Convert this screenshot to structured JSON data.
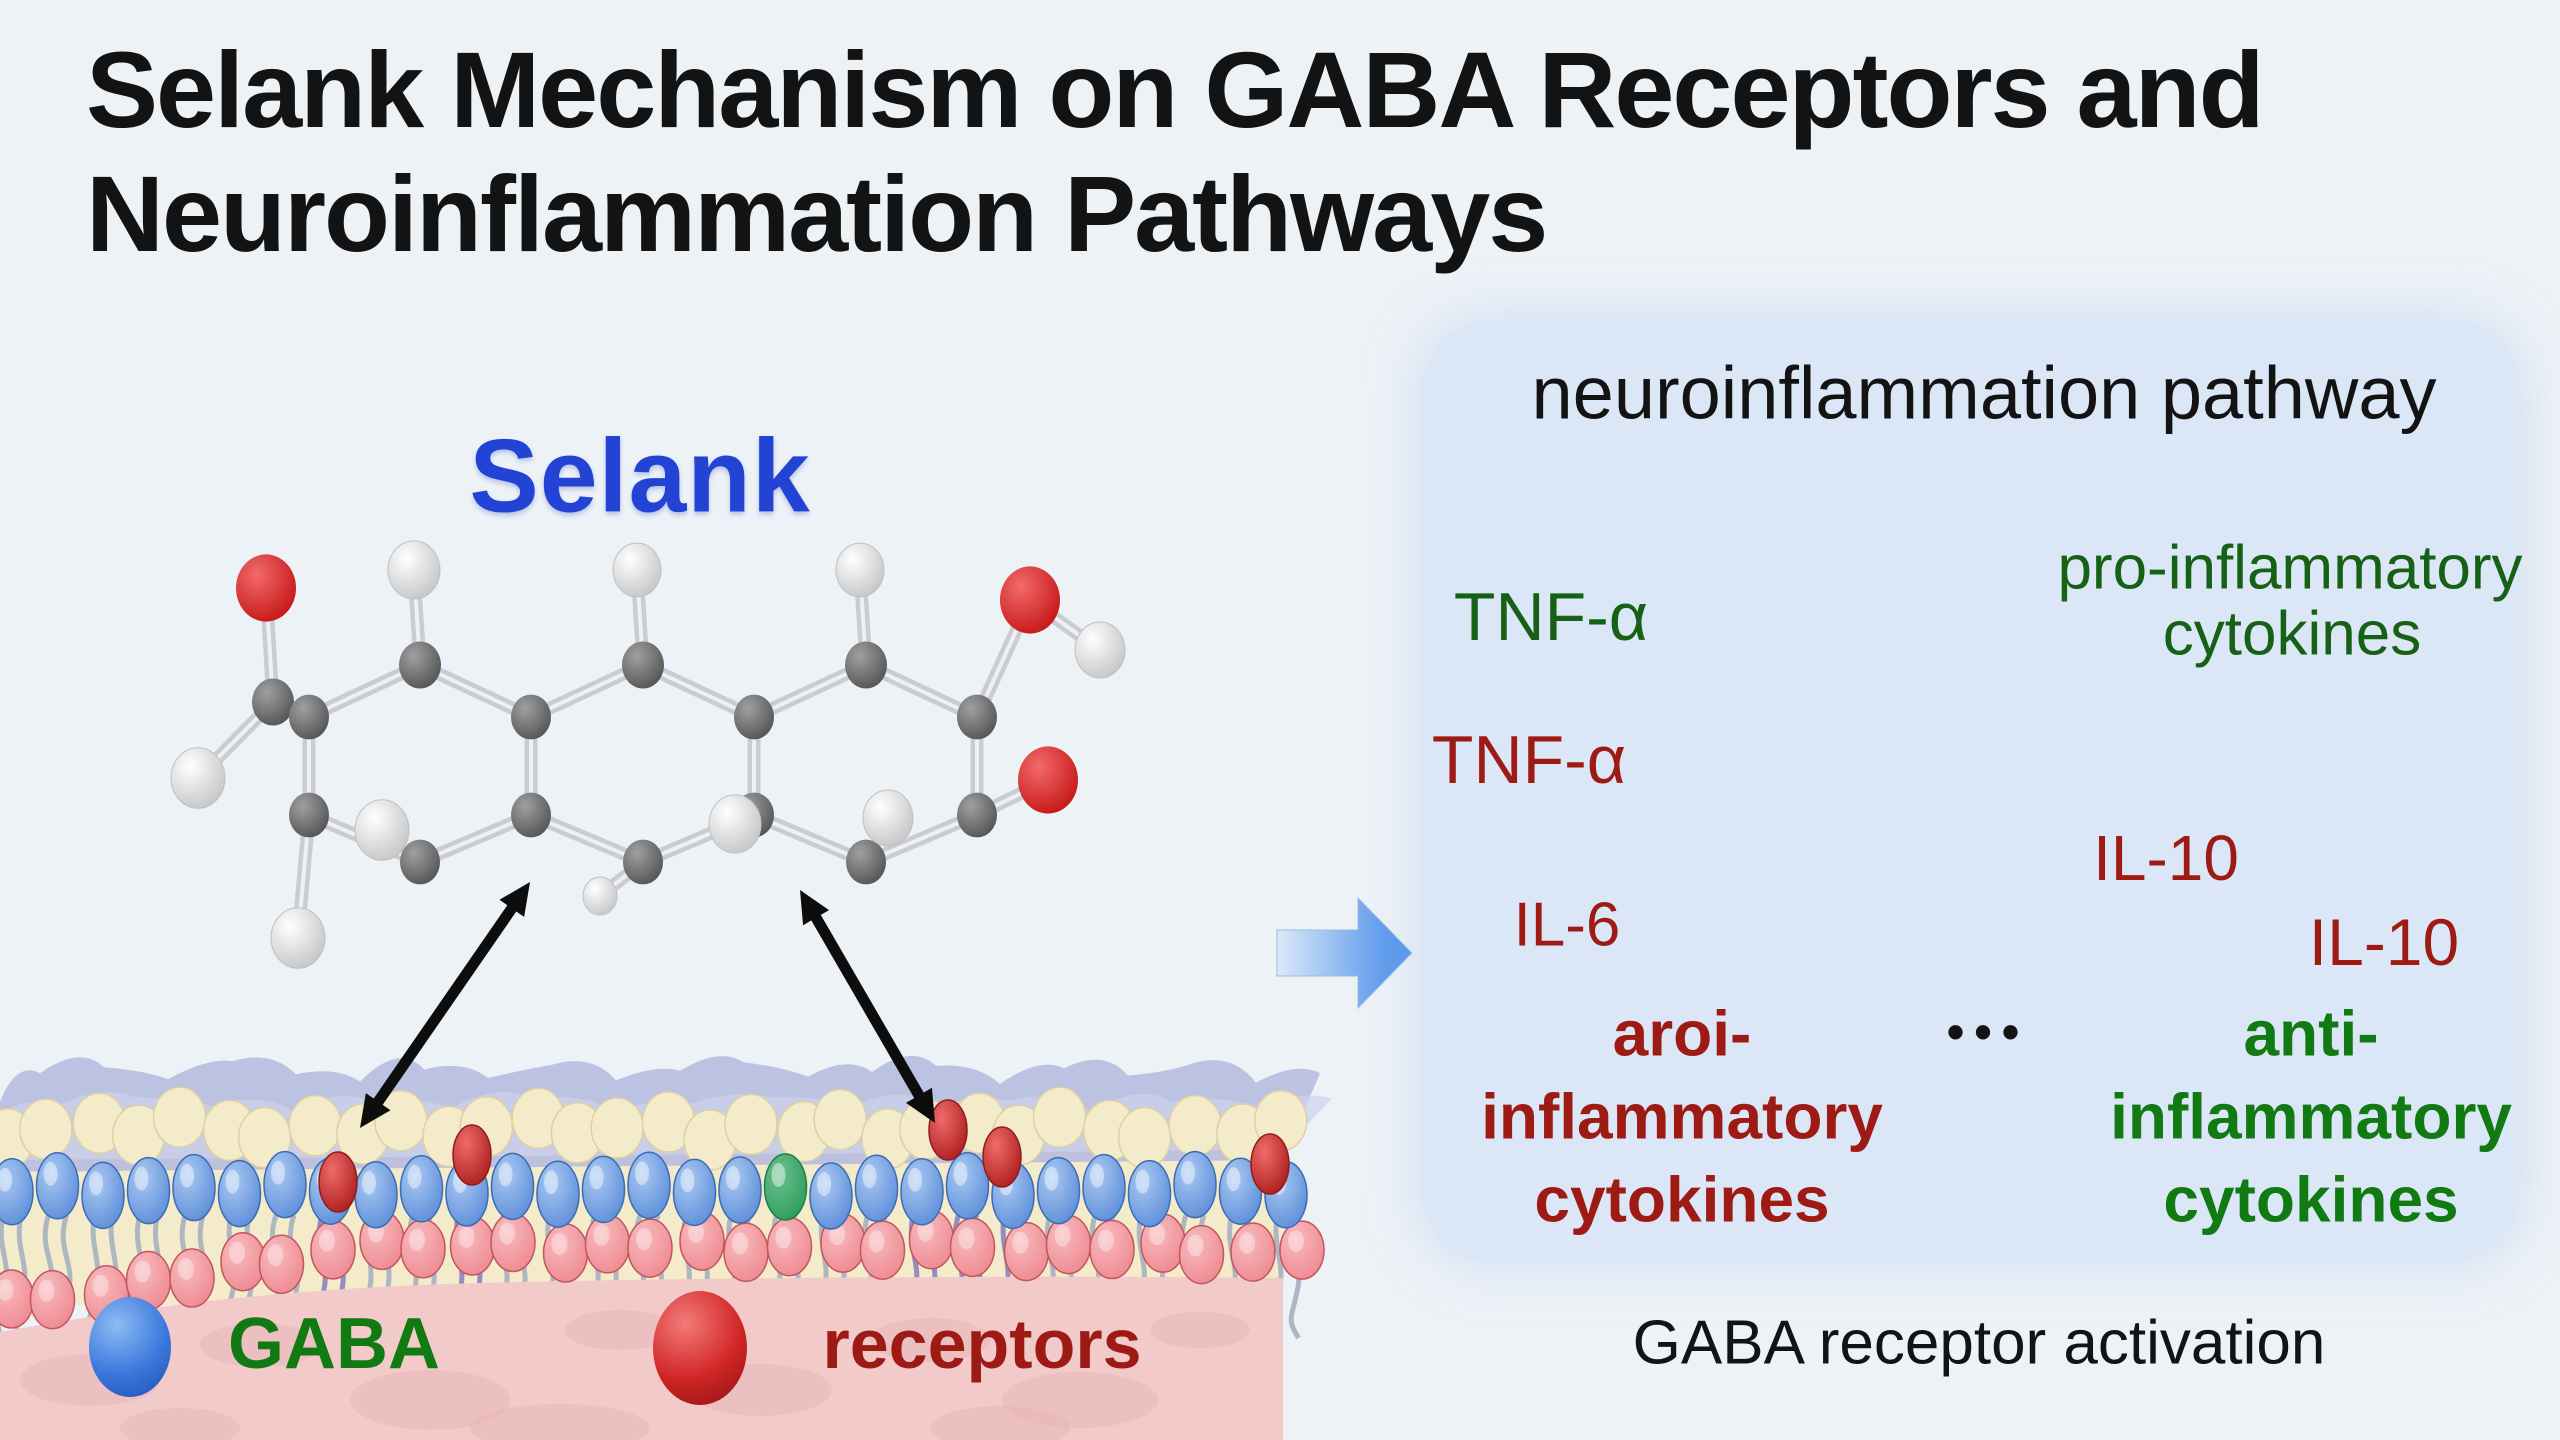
{
  "title": {
    "line1": "Selank Mechanism on GABA Receptors and",
    "line2": "Neuroinflammation Pathways"
  },
  "molecule_label": "Selank",
  "legend": {
    "gaba": "GABA",
    "receptors": "receptors"
  },
  "panel": {
    "heading": "neuroinflammation pathway",
    "tnf_alpha_green": "TNF-α",
    "tnf_alpha_red": "TNF-α",
    "il6": "IL-6",
    "il10_upper": "IL-10",
    "il10_lower": "IL-10",
    "pro_line1": "pro-inflammatory",
    "pro_line2": "cytokines",
    "ellipsis": "•••",
    "aroi": {
      "l1": "aroi-",
      "l2": "inflammatory",
      "l3": "cytokines"
    },
    "anti": {
      "l1": "anti-",
      "l2": "inflammatory",
      "l3": "cytokines"
    }
  },
  "caption": "GABA receptor activation",
  "icons": {
    "flow_arrow": "right-arrow-icon",
    "binding_arrows": "double-headed-arrow-icon"
  },
  "colors": {
    "bg": "#edf2f7",
    "panel": "#dbe7f6",
    "ink": "#131313",
    "selank_blue": "#2343d4",
    "dark_green": "#166116",
    "legend_green": "#127a12",
    "dark_red": "#9e1a14",
    "arrow_red": "#a32019",
    "arrow_green": "#1b6b1b",
    "arrow_black": "#0d0d0d",
    "blue_arrow_from": "#dbe9f9",
    "blue_arrow_to": "#3d86e8",
    "blue_head": "#5f90da",
    "blue_head_hi": "#abc9f2",
    "green_head": "#2f9e5d",
    "cream": "#f3ebca",
    "cream_dark": "#ddd0a4",
    "lavender": "#b5bbdf",
    "lavender_lt": "#cdd1ec",
    "tail": "#aab3c0",
    "purple_tail": "#8f88c0",
    "pink_head": "#ee8b92",
    "pink_head_dk": "#c2565e",
    "tissue": "#f2caca",
    "tissue_dark": "#e5b3b6",
    "carbon": "#555555",
    "carbon_hi": "#a0a0a0",
    "oxygen": "#c61818",
    "oxygen_hi": "#f26a6a",
    "hydrogen": "#ffffff",
    "hydrogen_sh": "#c6c6c6",
    "bond": "#c9cdd3",
    "mg_body": "#bcc8e4",
    "mg_body_edge": "#939db7",
    "mg_blob": "#7e97d6",
    "mg_tent_fill": "#aac6ee",
    "mg_tent_edge": "#5f7cc0",
    "mg_green": "#3f9e6e",
    "mg_red": "#d81f1f",
    "mg_salmon": "#d89a8e"
  }
}
